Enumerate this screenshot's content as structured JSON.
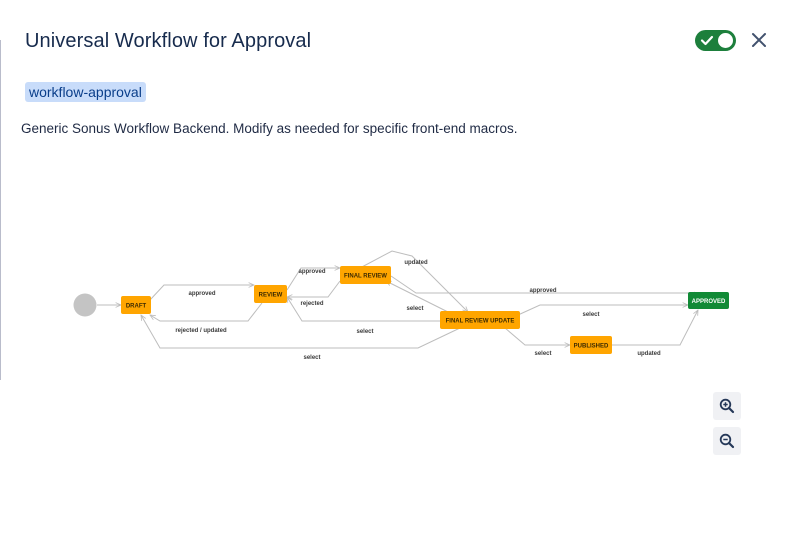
{
  "header": {
    "title": "Universal Workflow for Approval",
    "toggle_on": true
  },
  "tag": "workflow-approval",
  "description": "Generic Sonus Workflow Backend. Modify as needed for specific front-end macros.",
  "workflow": {
    "states": {
      "draft": "DRAFT",
      "review": "REVIEW",
      "final_review": "FINAL REVIEW",
      "final_review_update": "FINAL REVIEW UPDATE",
      "published": "PUBLISHED",
      "approved": "APPROVED"
    },
    "transitions": {
      "draft_review": "approved",
      "review_draft": "rejected / updated",
      "review_final": "approved",
      "final_review_back": "rejected",
      "final_loop": "updated",
      "final_approved": "approved",
      "fru_final": "select",
      "fru_review": "select",
      "fru_approved": "select",
      "fru_draft": "select",
      "fru_published": "select",
      "published_approved": "updated"
    }
  },
  "colors": {
    "state": "#ffa500",
    "approved_state": "#118a36",
    "start": "#c4c4c4",
    "edge": "#bdbdbd",
    "toggle": "#1d7f3c",
    "tag_bg": "#c8dcfa"
  },
  "icons": {
    "toggle": "check-icon",
    "close": "close-icon",
    "zoom_in": "zoom-in-icon",
    "zoom_out": "zoom-out-icon"
  }
}
